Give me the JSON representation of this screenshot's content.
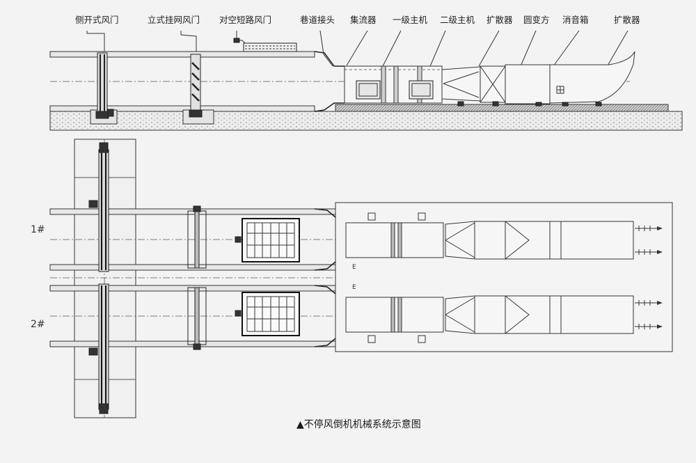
{
  "labels": {
    "side_door": "侧开式风门",
    "vertical_net_door": "立式挂网风门",
    "short_circuit_door": "对空短路风门",
    "roadway_joint": "巷道接头",
    "collector": "集流器",
    "primary_fan": "一级主机",
    "secondary_fan": "二级主机",
    "diffuser": "扩散器",
    "round_to_square": "圆变方",
    "silencer": "消音箱",
    "diffuser_outlet": "扩散器"
  },
  "unit_labels": {
    "unit1": "1#",
    "unit2": "2#"
  },
  "caption": "▲不停风倒机机械系统示意图"
}
